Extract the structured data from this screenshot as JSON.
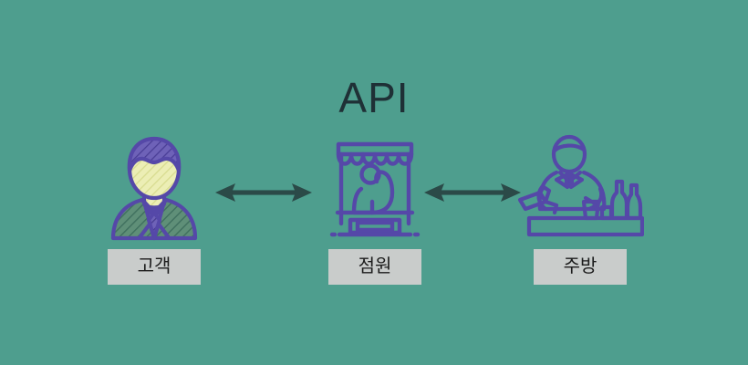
{
  "diagram": {
    "title": "API",
    "background_color": "#4e9e8e",
    "icon_color": "#5548a8",
    "arrow_color": "#2b4a48",
    "label_box_color": "#c9cccb",
    "label_text_color": "#1c1c1c",
    "title_color": "#1f3036",
    "nodes": [
      {
        "id": "customer",
        "label": "고객",
        "icon": "businessman-icon"
      },
      {
        "id": "clerk",
        "label": "점원",
        "icon": "market-stall-icon"
      },
      {
        "id": "kitchen",
        "label": "주방",
        "icon": "bartender-icon"
      }
    ],
    "connectors": [
      {
        "id": "customer-clerk",
        "icon": "double-arrow-icon"
      },
      {
        "id": "clerk-kitchen",
        "icon": "double-arrow-icon"
      }
    ]
  }
}
